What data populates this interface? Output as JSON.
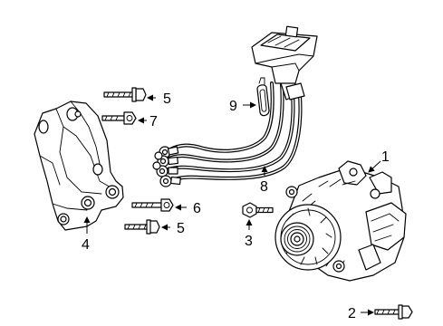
{
  "callouts": [
    {
      "id": "1",
      "text": "1"
    },
    {
      "id": "2",
      "text": "2"
    },
    {
      "id": "3",
      "text": "3"
    },
    {
      "id": "4",
      "text": "4"
    },
    {
      "id": "5a",
      "text": "5"
    },
    {
      "id": "5b",
      "text": "5"
    },
    {
      "id": "6",
      "text": "6"
    },
    {
      "id": "7",
      "text": "7"
    },
    {
      "id": "8",
      "text": "8"
    },
    {
      "id": "9",
      "text": "9"
    }
  ]
}
